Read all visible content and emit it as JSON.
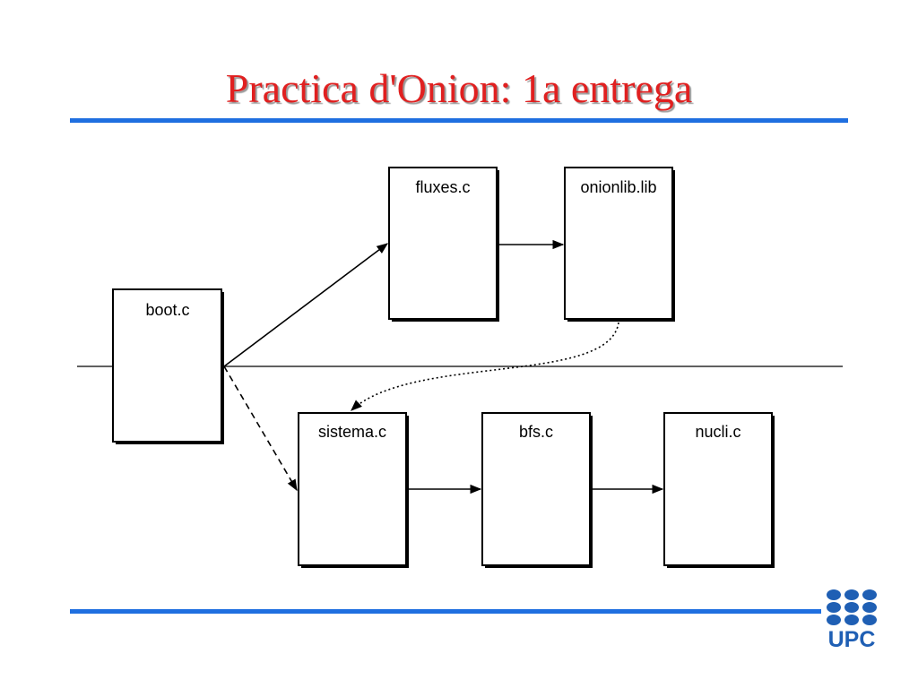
{
  "slide": {
    "title": "Practica d'Onion: 1a entrega"
  },
  "diagram": {
    "boxes": {
      "boot": "boot.c",
      "fluxes": "fluxes.c",
      "onionlib": "onionlib.lib",
      "sistema": "sistema.c",
      "bfs": "bfs.c",
      "nucli": "nucli.c"
    },
    "connections": [
      {
        "from": "boot.c",
        "to": "fluxes.c",
        "style": "solid"
      },
      {
        "from": "boot.c",
        "to": "sistema.c",
        "style": "dashed"
      },
      {
        "from": "fluxes.c",
        "to": "onionlib.lib",
        "style": "solid"
      },
      {
        "from": "onionlib.lib",
        "to": "sistema.c",
        "style": "dotted"
      },
      {
        "from": "sistema.c",
        "to": "bfs.c",
        "style": "solid"
      },
      {
        "from": "bfs.c",
        "to": "nucli.c",
        "style": "solid"
      }
    ]
  },
  "logo": {
    "text": "UPC"
  },
  "colors": {
    "title": "#e02020",
    "rule": "#1f6fe0",
    "logo": "#1f5fb4"
  }
}
